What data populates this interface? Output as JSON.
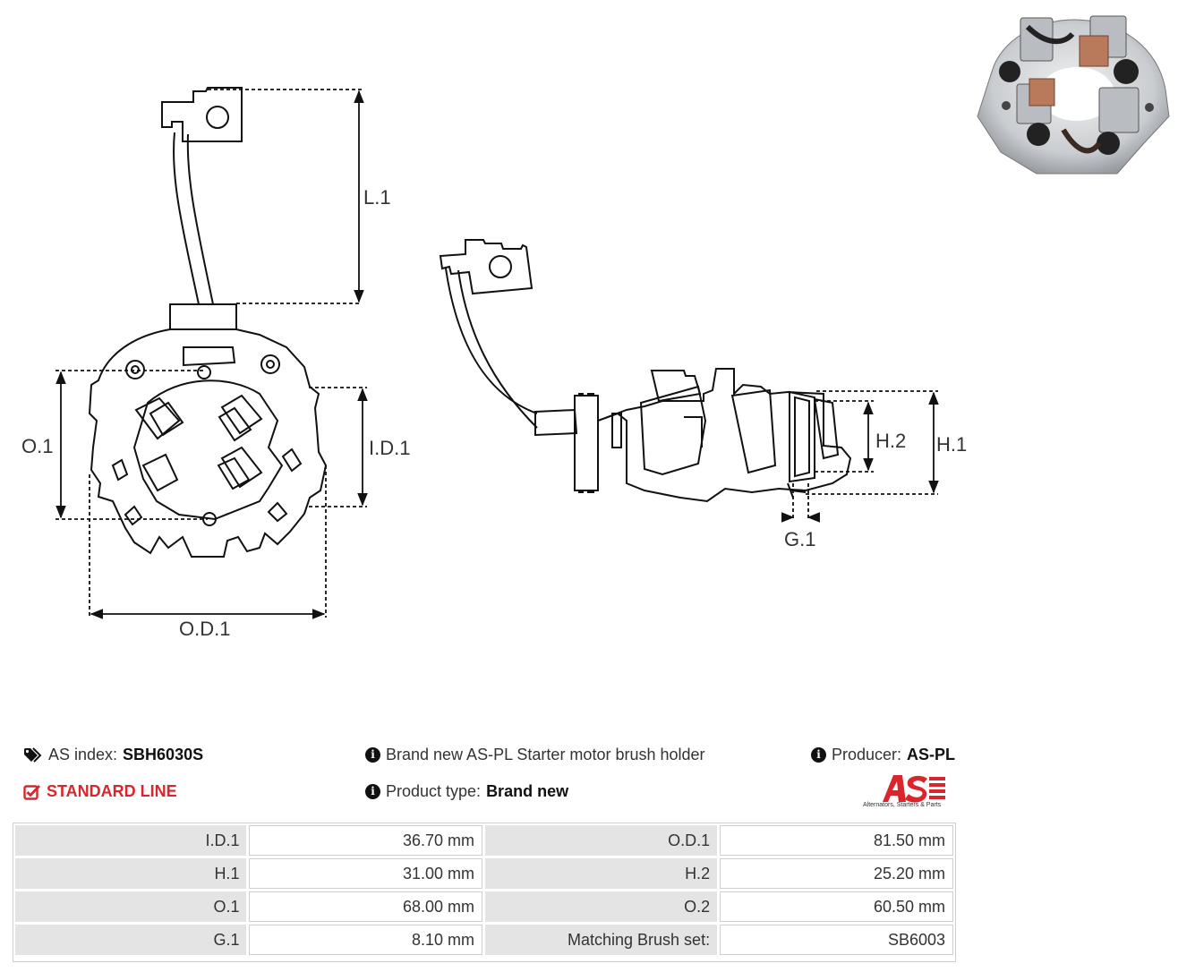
{
  "diagram": {
    "labels": {
      "l1": "L.1",
      "o1": "O.1",
      "id1": "I.D.1",
      "od1": "O.D.1",
      "h2": "H.2",
      "h1": "H.1",
      "g1": "G.1"
    }
  },
  "info": {
    "as_index_label": "AS index:",
    "as_index_value": "SBH6030S",
    "standard_line": "STANDARD LINE",
    "description": "Brand new AS-PL Starter motor brush holder",
    "product_type_label": "Product type:",
    "product_type_value": "Brand new",
    "producer_label": "Producer:",
    "producer_value": "AS-PL",
    "logo_tagline": "Alternators, Starters & Parts"
  },
  "specs": [
    {
      "k1": "I.D.1",
      "v1": "36.70 mm",
      "k2": "O.D.1",
      "v2": "81.50 mm"
    },
    {
      "k1": "H.1",
      "v1": "31.00 mm",
      "k2": "H.2",
      "v2": "25.20 mm"
    },
    {
      "k1": "O.1",
      "v1": "68.00 mm",
      "k2": "O.2",
      "v2": "60.50 mm"
    },
    {
      "k1": "G.1",
      "v1": "8.10 mm",
      "k2": "Matching Brush set:",
      "v2": "SB6003"
    }
  ],
  "colors": {
    "accent_red": "#d8262c",
    "table_key_bg": "#e4e4e4",
    "line": "#111111"
  }
}
